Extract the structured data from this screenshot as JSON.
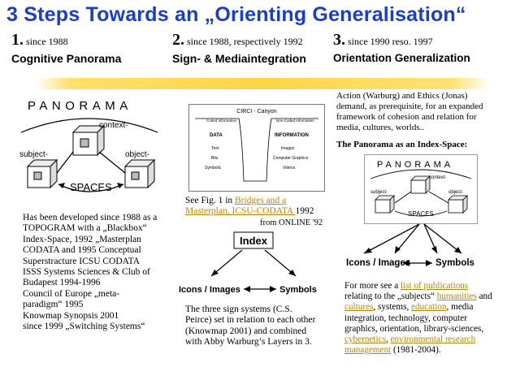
{
  "title": "3 Steps  Towards an „Orienting Generalisation“",
  "steps": [
    {
      "num": "1.",
      "since": " since 1988",
      "title": "Cognitive Panorama"
    },
    {
      "num": "2.",
      "since": " since 1988, respectively 1992",
      "title": "Sign- & Mediaintegration"
    },
    {
      "num": "3.",
      "since": " since 1990 reso. 1997",
      "title": "Orientation Generalization"
    }
  ],
  "col1": {
    "panorama_word": "PANORAMA",
    "labels": {
      "context": "context-",
      "subject": "subject-",
      "object": "object-",
      "spaces": "SPACES"
    },
    "lines": [
      "Has been developed since 1988 as a",
      "TOPOGRAM with a „Blackbox“",
      "Index-Space, 1992 „Masterplan",
      "CODATA and 1995 Conceptual",
      "Superstracture ICSU CODATA",
      "ISSS Systems Sciences &  Club of",
      "Budapest 1994-1996",
      "Council of Europe „meta-",
      "paradigm“ 1995",
      "Knowmap Synopsis 2001",
      "since 1999 „Switching Systems“"
    ]
  },
  "col2": {
    "fig": {
      "title": "CIRCI - Canyon",
      "left_head": "Coded Information",
      "right_head": "Non-Coded Information",
      "left_words": [
        "DATA",
        "Text",
        "Bits",
        "Symbolic"
      ],
      "right_words": [
        "INFORMATION",
        "Images",
        "Computer Graphics",
        "Videos"
      ]
    },
    "see_prefix": "See Fig. 1 in ",
    "see_link1": "Bridges and a",
    "see_link2": "Masterplan, ICSU-CODATA ",
    "see_year": "1992",
    "see_from": "from ONLINE '92",
    "index": {
      "top": "Index",
      "left": "Icons / Images",
      "right": "Symbols"
    },
    "bottom_lines": [
      "The three sign systems (C.S.",
      "Peirce) set in relation to each other",
      "(Knowmap 2001) and combined",
      "with Abby Warburg’s Layers in 3."
    ]
  },
  "col3": {
    "intro_lines": [
      "Action (Warburg) and Ethics (Jonas)",
      "demand, as prerequisite, for an expanded",
      "framework of cohesion and relation for",
      "media, cultures, worlds.."
    ],
    "index_space_heading": "The Panorama as an Index-Space:",
    "mini_word": "PANORAMA",
    "mini_labels": {
      "context": "context-",
      "subject": "subject-",
      "object": "object-",
      "spaces": "SPACES"
    },
    "icons_label": "Icons /  Images",
    "symbols_label": "Symbols",
    "more_prefix": "For more see a ",
    "more_link": "list of publications",
    "relating": "relating to the „subjects“ ",
    "humanities": "humanities",
    "and1": " and",
    "cultures": "cultures",
    "systems": ", systems, ",
    "education": "education",
    "media": ", media",
    "line5": "integration, technology, computer",
    "line6": "graphics, orientation, library-sciences,",
    "cybernetics": "cybernetics",
    "comma": ", ",
    "env1": "environmental research",
    "env2": "management",
    "years": " (1981-2004)."
  }
}
